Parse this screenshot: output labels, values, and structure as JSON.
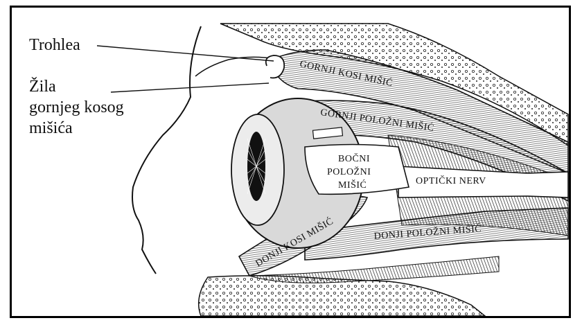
{
  "labels": {
    "trohlea": "Trohlea",
    "zila_line1": "Žila",
    "zila_line2": "gornjeg kosog",
    "zila_line3": "mišića"
  },
  "muscles": {
    "gornji_kosi": "GORNJI KOSI MIŠIĆ",
    "gornji_polozni": "GORNJI POLOŽNI MIŠIĆ",
    "bocni_line1": "BOČNI",
    "bocni_line2": "POLOŽNI",
    "bocni_line3": "MIŠIĆ",
    "opticki_nerv": "OPTIČKI NERV",
    "donji_polozni": "DONJI POLOŽNI MIŠIĆ",
    "donji_kosi": "DONJI KOSI MIŠIĆ"
  },
  "colors": {
    "ink": "#111111",
    "paper": "#ffffff",
    "shade": "#cfcfcf"
  }
}
